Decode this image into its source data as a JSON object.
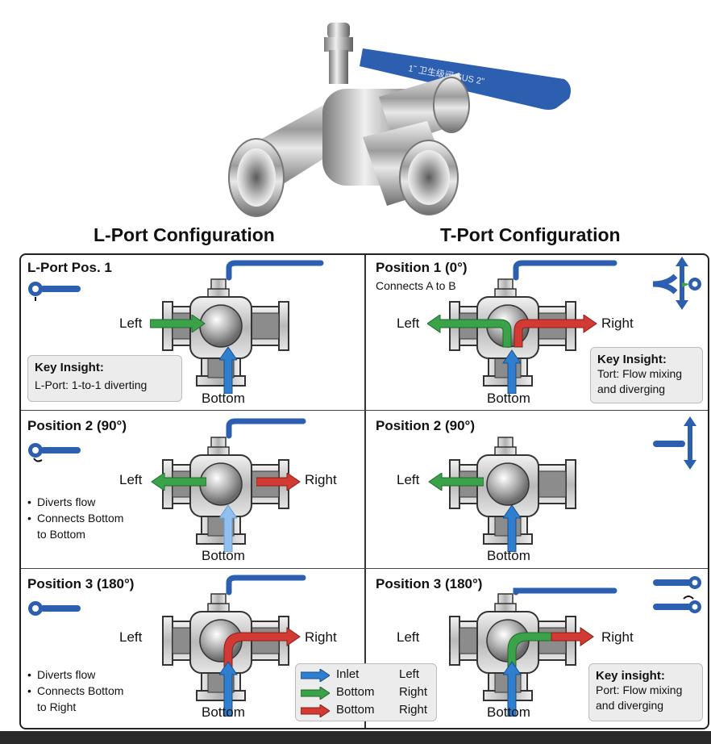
{
  "titles": {
    "left": "L-Port Configuration",
    "right": "T-Port Configuration"
  },
  "cells": {
    "l1": {
      "title": "L-Port Pos. 1",
      "left": "Left",
      "bottom": "Bottom",
      "insight_head": "Key Insight:",
      "insight_body": "L-Port: 1-to-1 diverting"
    },
    "l2": {
      "title": "Position 2 (90°)",
      "left": "Left",
      "right": "Right",
      "bottom": "Bottom",
      "b1": "Diverts flow",
      "b2": "Connects Bottom",
      "b2c": "to Bottom"
    },
    "l3": {
      "title": "Position 3 (180°)",
      "left": "Left",
      "right": "Right",
      "bottom": "Bottom",
      "b1": "Diverts flow",
      "b2": "Connects Bottom",
      "b2c": "to Right"
    },
    "t1": {
      "title": "Position 1 (0°)",
      "sub": "Connects A to B",
      "left": "Left",
      "right": "Right",
      "bottom": "Bottom",
      "insight_head": "Key Insight:",
      "insight_l1": "Tort: Flow mixing",
      "insight_l2": "and diverging"
    },
    "t2": {
      "title": "Position 2 (90°)",
      "left": "Left",
      "bottom": "Bottom"
    },
    "t3": {
      "title": "Position 3 (180°)",
      "left": "Left",
      "right": "Right",
      "bottom": "Bottom",
      "insight_head": "Key insight:",
      "insight_l1": "Port: Flow mixing",
      "insight_l2": "and diverging"
    }
  },
  "legend": [
    {
      "color": "#2f7fd0",
      "c1": "Inlet",
      "c2": "Left"
    },
    {
      "color": "#3aa34a",
      "c1": "Bottom",
      "c2": "Right"
    },
    {
      "color": "#d33a33",
      "c1": "Bottom",
      "c2": "Right"
    }
  ],
  "colors": {
    "blue": "#2f7fd0",
    "green": "#3aa34a",
    "red": "#d33a33",
    "handle": "#2c5fb0"
  },
  "photo_handle_text": "1˜  卫生级阀 SUS  2\""
}
